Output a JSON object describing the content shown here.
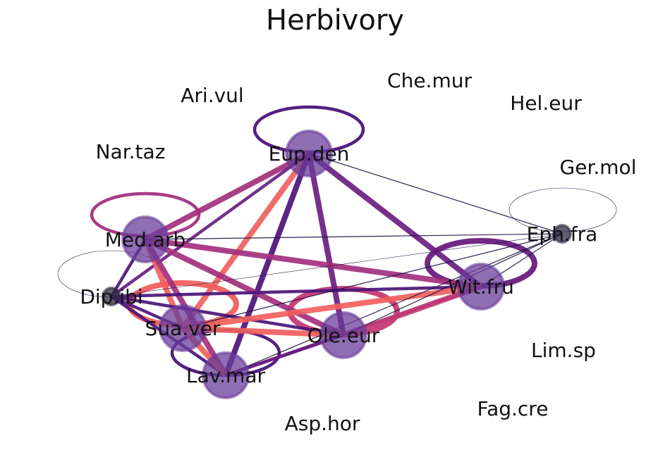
{
  "title": "Herbivory",
  "colors": {
    "node_fill": "#6a3d9a",
    "node_fill_small": "#2c2c44",
    "edge_dark": "#4b137a",
    "edge_purple": "#6a1d80",
    "edge_magenta": "#a3307e",
    "edge_pink": "#c43c75",
    "edge_coral": "#f0605d",
    "edge_navy": "#1c1040"
  },
  "nodes": [
    {
      "id": "Eup.den",
      "label": "Eup.den",
      "level": "large"
    },
    {
      "id": "Med.arb",
      "label": "Med.arb",
      "level": "large"
    },
    {
      "id": "Dip.ibi",
      "label": "Dip.ibi",
      "level": "small"
    },
    {
      "id": "Sua.ver",
      "label": "Sua.ver",
      "level": "large"
    },
    {
      "id": "Lav.mar",
      "label": "Lav.mar",
      "level": "large"
    },
    {
      "id": "Ole.eur",
      "label": "Ole.eur",
      "level": "large"
    },
    {
      "id": "Wit.fru",
      "label": "Wit.fru",
      "level": "large"
    },
    {
      "id": "Eph.fra",
      "label": "Eph.fra",
      "level": "small"
    },
    {
      "id": "Ger.mol",
      "label": "Ger.mol",
      "level": "none"
    },
    {
      "id": "Ari.vul",
      "label": "Ari.vul",
      "level": "none"
    },
    {
      "id": "Che.mur",
      "label": "Che.mur",
      "level": "none"
    },
    {
      "id": "Hel.eur",
      "label": "Hel.eur",
      "level": "none"
    },
    {
      "id": "Nar.taz",
      "label": "Nar.taz",
      "level": "none"
    },
    {
      "id": "Lim.sp",
      "label": "Lim.sp",
      "level": "none"
    },
    {
      "id": "Fag.cre",
      "label": "Fag.cre",
      "level": "none"
    },
    {
      "id": "Asp.hor",
      "label": "Asp.hor",
      "level": "none"
    }
  ],
  "edges": [
    {
      "source": "Eup.den",
      "target": "Med.arb",
      "strength": "strong",
      "color": "edge_magenta"
    },
    {
      "source": "Eup.den",
      "target": "Dip.ibi",
      "strength": "medium",
      "color": "edge_purple"
    },
    {
      "source": "Eup.den",
      "target": "Sua.ver",
      "strength": "strong",
      "color": "edge_coral"
    },
    {
      "source": "Eup.den",
      "target": "Lav.mar",
      "strength": "strong",
      "color": "edge_dark"
    },
    {
      "source": "Eup.den",
      "target": "Ole.eur",
      "strength": "strong",
      "color": "edge_purple"
    },
    {
      "source": "Eup.den",
      "target": "Wit.fru",
      "strength": "strong",
      "color": "edge_purple"
    },
    {
      "source": "Eup.den",
      "target": "Eph.fra",
      "strength": "thin",
      "color": "edge_navy"
    },
    {
      "source": "Med.arb",
      "target": "Dip.ibi",
      "strength": "medium",
      "color": "edge_dark"
    },
    {
      "source": "Med.arb",
      "target": "Sua.ver",
      "strength": "strong",
      "color": "edge_coral"
    },
    {
      "source": "Med.arb",
      "target": "Lav.mar",
      "strength": "strong",
      "color": "edge_magenta"
    },
    {
      "source": "Med.arb",
      "target": "Ole.eur",
      "strength": "strong",
      "color": "edge_magenta"
    },
    {
      "source": "Med.arb",
      "target": "Wit.fru",
      "strength": "strong",
      "color": "edge_magenta"
    },
    {
      "source": "Med.arb",
      "target": "Eph.fra",
      "strength": "thin",
      "color": "edge_navy"
    },
    {
      "source": "Dip.ibi",
      "target": "Sua.ver",
      "strength": "medium",
      "color": "edge_dark"
    },
    {
      "source": "Dip.ibi",
      "target": "Lav.mar",
      "strength": "medium",
      "color": "edge_dark"
    },
    {
      "source": "Dip.ibi",
      "target": "Ole.eur",
      "strength": "medium",
      "color": "edge_dark"
    },
    {
      "source": "Dip.ibi",
      "target": "Wit.fru",
      "strength": "medium",
      "color": "edge_dark"
    },
    {
      "source": "Dip.ibi",
      "target": "Eph.fra",
      "strength": "hair",
      "color": "edge_navy"
    },
    {
      "source": "Sua.ver",
      "target": "Lav.mar",
      "strength": "strong",
      "color": "edge_coral"
    },
    {
      "source": "Sua.ver",
      "target": "Ole.eur",
      "strength": "strong",
      "color": "edge_coral"
    },
    {
      "source": "Sua.ver",
      "target": "Wit.fru",
      "strength": "strong",
      "color": "edge_coral"
    },
    {
      "source": "Sua.ver",
      "target": "Eph.fra",
      "strength": "thin",
      "color": "edge_navy"
    },
    {
      "source": "Lav.mar",
      "target": "Ole.eur",
      "strength": "medium",
      "color": "edge_purple"
    },
    {
      "source": "Lav.mar",
      "target": "Wit.fru",
      "strength": "medium",
      "color": "edge_purple"
    },
    {
      "source": "Lav.mar",
      "target": "Eph.fra",
      "strength": "thin",
      "color": "edge_navy"
    },
    {
      "source": "Ole.eur",
      "target": "Wit.fru",
      "strength": "strong",
      "color": "edge_pink"
    },
    {
      "source": "Ole.eur",
      "target": "Eph.fra",
      "strength": "thin",
      "color": "edge_navy"
    },
    {
      "source": "Wit.fru",
      "target": "Eph.fra",
      "strength": "thin",
      "color": "edge_navy"
    }
  ],
  "self_loops": [
    {
      "node": "Eup.den",
      "strength": "medium",
      "color": "edge_dark"
    },
    {
      "node": "Med.arb",
      "strength": "medium",
      "color": "edge_magenta"
    },
    {
      "node": "Dip.ibi",
      "strength": "hair",
      "color": "edge_navy"
    },
    {
      "node": "Sua.ver",
      "strength": "strong",
      "color": "edge_coral"
    },
    {
      "node": "Lav.mar",
      "strength": "medium",
      "color": "edge_dark"
    },
    {
      "node": "Ole.eur",
      "strength": "strong",
      "color": "edge_pink"
    },
    {
      "node": "Wit.fru",
      "strength": "strong",
      "color": "edge_purple"
    },
    {
      "node": "Eph.fra",
      "strength": "hair",
      "color": "edge_navy"
    }
  ]
}
